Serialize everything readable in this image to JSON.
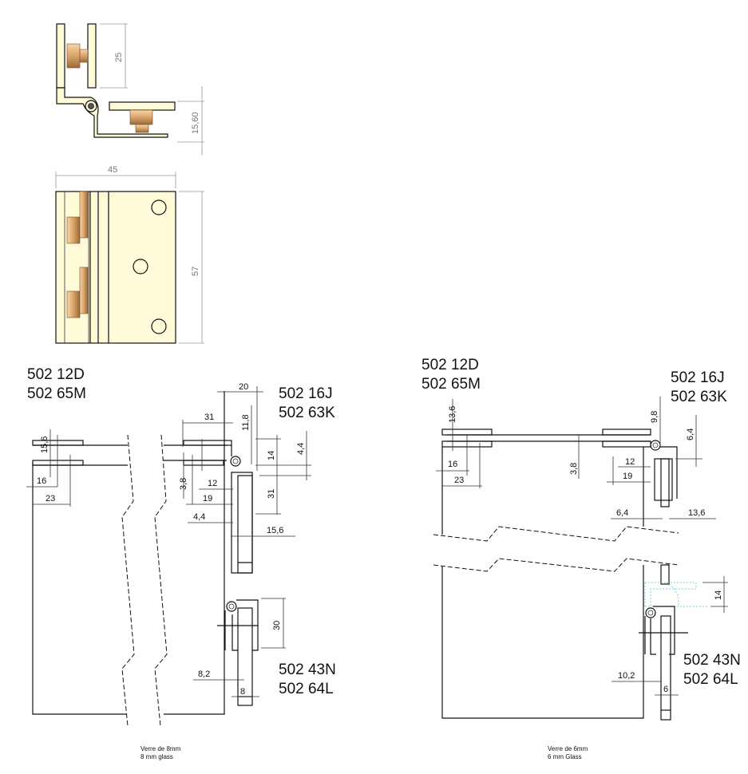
{
  "top_view": {
    "dimensions": {
      "height_upper": "25",
      "height_lower": "15,60"
    }
  },
  "front_view": {
    "dimensions": {
      "width": "45",
      "height": "57"
    }
  },
  "left_assembly": {
    "top_left_refs": [
      "502 12D",
      "502 65M"
    ],
    "top_right_refs": [
      "502 16J",
      "502 63K"
    ],
    "bottom_refs": [
      "502 43N",
      "502 64L"
    ],
    "dimensions": {
      "d15_6": "15,6",
      "d16": "16",
      "d23": "23",
      "d20": "20",
      "d31": "31",
      "d11_8": "11,8",
      "d14": "14",
      "d4_4_v": "4,4",
      "d3_8": "3,8",
      "d12": "12",
      "d19": "19",
      "d31_v": "31",
      "d4_4_h": "4,4",
      "d15_6_h": "15,6",
      "d30": "30",
      "d8_2": "8,2",
      "d8": "8"
    },
    "caption": [
      "Verre de 8mm",
      "8 mm glass"
    ]
  },
  "right_assembly": {
    "top_left_refs": [
      "502 12D",
      "502 65M"
    ],
    "top_right_refs": [
      "502 16J",
      "502 63K"
    ],
    "bottom_refs": [
      "502 43N",
      "502 64L"
    ],
    "dimensions": {
      "d13_6": "13,6",
      "d16": "16",
      "d23": "23",
      "d3_8": "3,8",
      "d9_8": "9,8",
      "d6_4_v": "6,4",
      "d12": "12",
      "d19": "19",
      "d6_4_h": "6,4",
      "d13_6_h": "13,6",
      "d14": "14",
      "d10_2": "10,2",
      "d6": "6"
    },
    "caption": [
      "Verre de 6mm",
      "6 mm Glass"
    ]
  },
  "colors": {
    "brass_fill": "#fffbd9",
    "cylinder": "#c8925a",
    "ghost": "#7fd0d8"
  }
}
